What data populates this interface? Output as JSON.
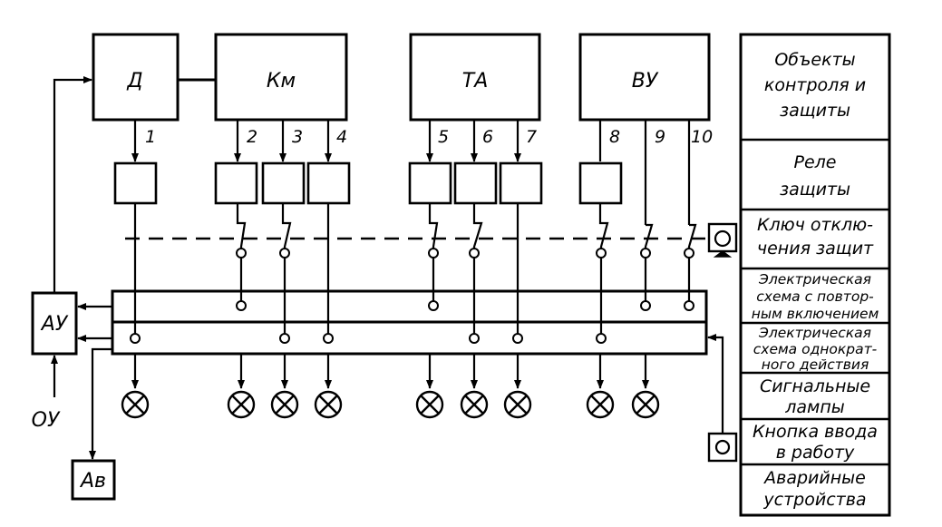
{
  "blocks": {
    "d": "Д",
    "km": "Км",
    "ta": "ТА",
    "vu": "ВУ",
    "au": "АУ",
    "av": "Ав"
  },
  "ou_label": "ОУ",
  "circuit_numbers": [
    "1",
    "2",
    "3",
    "4",
    "5",
    "6",
    "7",
    "8",
    "9",
    "10"
  ],
  "legend": {
    "objects": [
      "Объекты",
      "контроля и",
      "защиты"
    ],
    "relays": [
      "Реле",
      "защиты"
    ],
    "key": [
      "Ключ отклю-",
      "чения защит"
    ],
    "repeat_circuit": [
      "Электрическая",
      "схема с повтор-",
      "ным включением"
    ],
    "single_circuit": [
      "Электрическая",
      "схема однократ-",
      "ного действия"
    ],
    "lamps": [
      "Сигнальные",
      "лампы"
    ],
    "button": [
      "Кнопка ввода",
      "в работу"
    ],
    "emergency": [
      "Аварийные",
      "устройства"
    ]
  },
  "colors": {
    "ink": "#000000",
    "paper": "#ffffff"
  }
}
